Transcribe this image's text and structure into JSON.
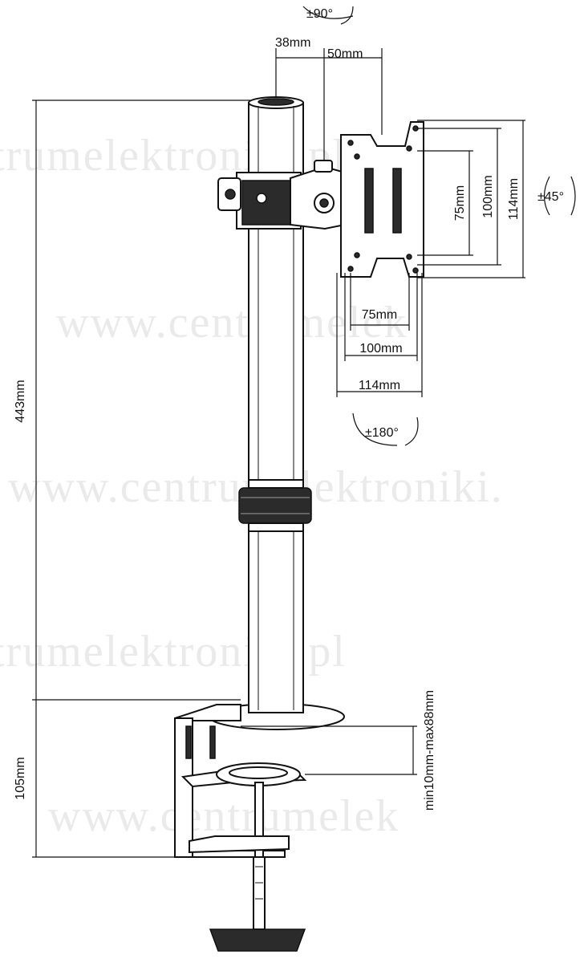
{
  "watermarks": [
    "trumelektroniki.pl",
    "www.centrumelek",
    "www.centrumelektroniki.",
    "trumelektroniki.pl",
    "www.centrumelek"
  ],
  "rotation_labels": {
    "tilt": "±90°",
    "swivel": "±45°",
    "rotate": "±180°"
  },
  "dimensions": {
    "pole_height": "443mm",
    "clamp_height": "105mm",
    "pole_to_pivot": "38mm",
    "pivot_to_plate": "50mm",
    "vesa_v_75": "75mm",
    "vesa_v_100": "100mm",
    "vesa_v_114": "114mm",
    "vesa_h_75": "75mm",
    "vesa_h_100": "100mm",
    "vesa_h_114": "114mm",
    "desk_thickness": "min10mm-max88mm"
  },
  "colors": {
    "line": "#111111",
    "watermark": "#d9d9d9",
    "dark_part": "#2b2b2b"
  }
}
